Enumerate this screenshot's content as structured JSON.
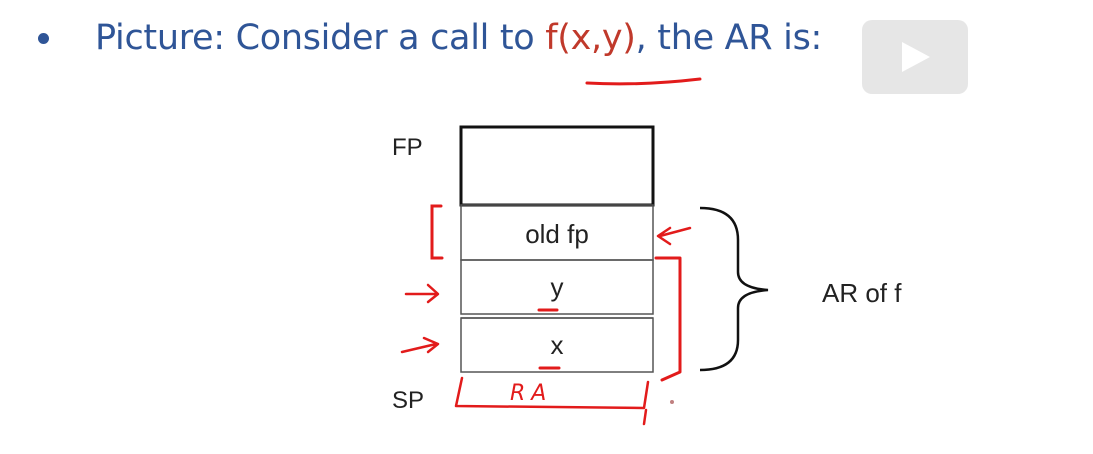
{
  "slide": {
    "heading_prefix": "Picture: Consider a call to ",
    "heading_call": "f(x,y)",
    "heading_suffix": ", the AR is:"
  },
  "stack": {
    "fp_label": "FP",
    "sp_label": "SP",
    "cells": [
      "",
      "old fp",
      "y",
      "x"
    ],
    "brace_label": "AR of f"
  },
  "annotations": {
    "ra_text": "RA"
  },
  "colors": {
    "heading": "#2f5597",
    "ink": "#e21b1b"
  }
}
